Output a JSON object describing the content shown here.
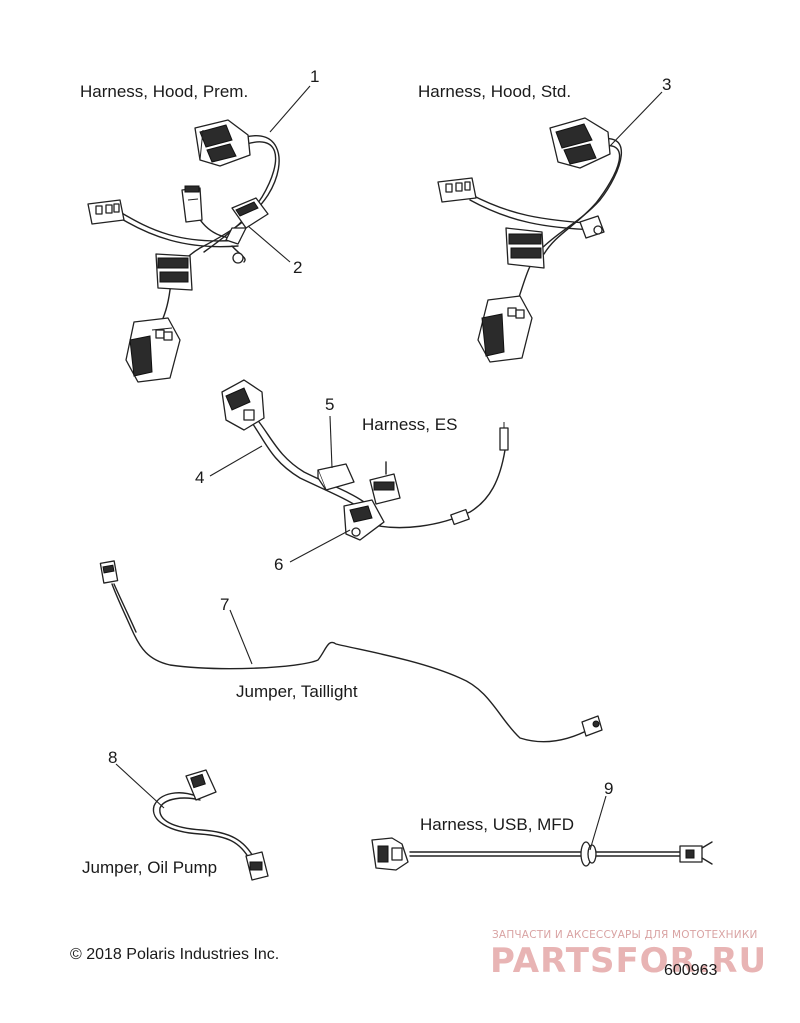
{
  "labels": {
    "hood_prem": "Harness, Hood, Prem.",
    "hood_std": "Harness, Hood, Std.",
    "es": "Harness, ES",
    "taillight": "Jumper, Taillight",
    "oil_pump": "Jumper, Oil Pump",
    "usb_mfd": "Harness, USB, MFD"
  },
  "callouts": [
    "1",
    "2",
    "3",
    "4",
    "5",
    "6",
    "7",
    "8",
    "9"
  ],
  "footer": {
    "copyright": "© 2018 Polaris Industries Inc.",
    "figure_number": "600963"
  },
  "watermark": {
    "tagline": "ЗАПЧАСТИ И АКСЕССУАРЫ ДЛЯ МОТОТЕХНИКИ",
    "brand": "PARTSFOR.RU"
  }
}
